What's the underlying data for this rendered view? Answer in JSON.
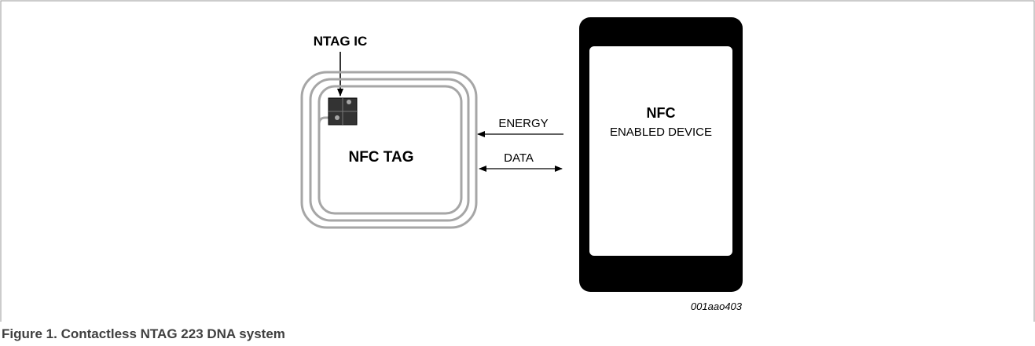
{
  "diagram": {
    "ic_label": "NTAG IC",
    "tag_label": "NFC TAG",
    "energy_label": "ENERGY",
    "data_label": "DATA",
    "device_title": "NFC",
    "device_subtitle": "ENABLED DEVICE",
    "figure_code": "001aao403"
  },
  "caption": "Figure 1. Contactless NTAG 223 DNA system",
  "colors": {
    "frame": "#999999",
    "antenna": "#a6a6a6",
    "chip": "#333333",
    "device_body": "#000000",
    "device_screen": "#ffffff",
    "caption_text": "#404040"
  }
}
